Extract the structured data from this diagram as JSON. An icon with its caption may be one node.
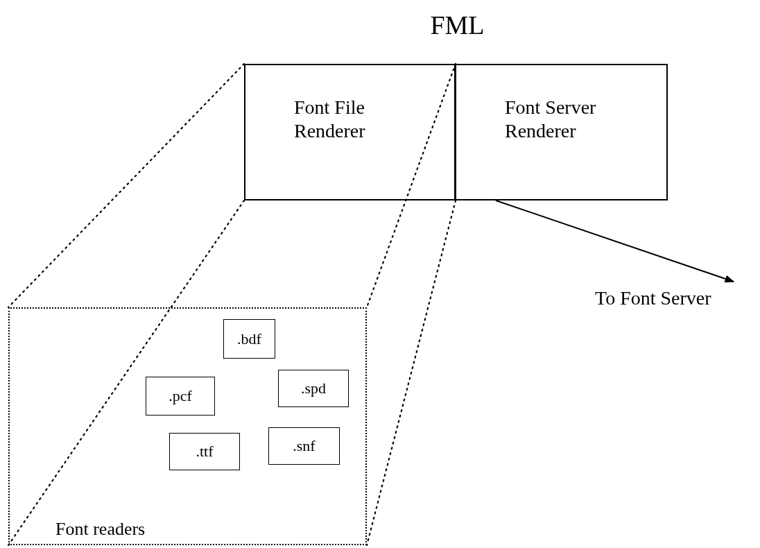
{
  "diagram": {
    "nodes": [
      {
        "text": [
          "FML"
        ]
      },
      {
        "text": [
          "Font File Renderer"
        ],
        "in": 0
      },
      {
        "text": [
          "Font Server Renderer"
        ],
        "in": 0
      },
      {
        "text": [
          "Font readers"
        ]
      },
      {
        "text": [
          ".bdf"
        ],
        "in": 3
      },
      {
        "text": [
          ".pcf"
        ],
        "in": 3
      },
      {
        "text": [
          ".spd"
        ],
        "in": 3
      },
      {
        "text": [
          ".ttf"
        ],
        "in": 3
      },
      {
        "text": [
          ".snf"
        ],
        "in": 3
      },
      {
        "text": [
          "To Font Server"
        ]
      }
    ],
    "edges": [
      {
        "from": 1,
        "to": 3,
        "arrow": "none",
        "style": "dashed"
      },
      {
        "from": 1,
        "to": 3,
        "arrow": "none",
        "style": "dashed"
      },
      {
        "from": 1,
        "to": 3,
        "arrow": "none",
        "style": "dashed"
      },
      {
        "from": 1,
        "to": 3,
        "arrow": "none",
        "style": "dashed"
      },
      {
        "from": 2,
        "to": 9,
        "arrow": "to"
      }
    ]
  }
}
